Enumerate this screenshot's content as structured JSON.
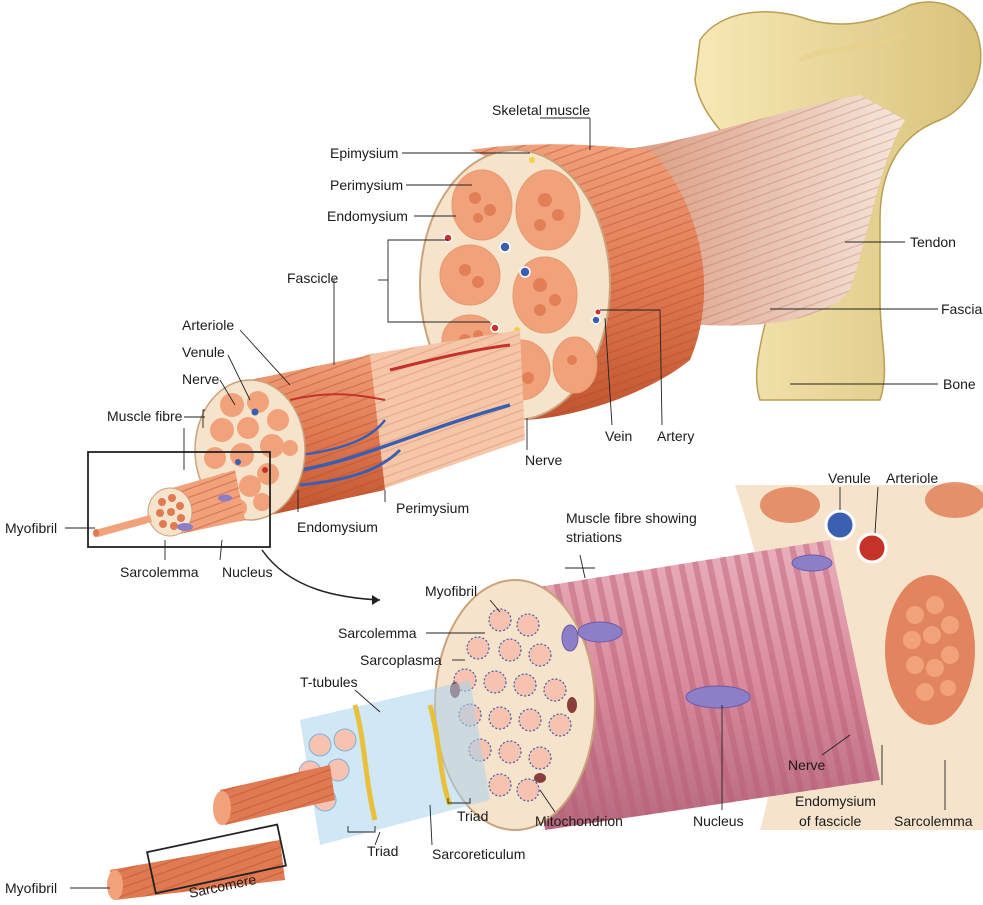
{
  "labels": {
    "skeletal_muscle": "Skeletal muscle",
    "epimysium": "Epimysium",
    "perimysium_top": "Perimysium",
    "endomysium_top": "Endomysium",
    "fascicle": "Fascicle",
    "tendon": "Tendon",
    "fascia": "Fascia",
    "bone": "Bone",
    "arteriole_top": "Arteriole",
    "venule_top": "Venule",
    "nerve_left": "Nerve",
    "muscle_fibre": "Muscle fibre",
    "myofibril_left": "Myofibril",
    "sarcolemma_left": "Sarcolemma",
    "nucleus_left": "Nucleus",
    "endomysium_mid": "Endomysium",
    "perimysium_mid": "Perimysium",
    "nerve_mid": "Nerve",
    "vein": "Vein",
    "artery": "Artery",
    "venule_br": "Venule",
    "arteriole_br": "Arteriole",
    "striations_line1": "Muscle fibre showing",
    "striations_line2": "striations",
    "myofibril_inset": "Myofibril",
    "sarcolemma_inset": "Sarcolemma",
    "sarcoplasma": "Sarcoplasma",
    "t_tubules": "T-tubules",
    "nerve_br": "Nerve",
    "endomysium_fascicle_line1": "Endomysium",
    "endomysium_fascicle_line2": "of fascicle",
    "sarcolemma_br": "Sarcolemma",
    "nucleus_inset": "Nucleus",
    "mitochondrion": "Mitochondrion",
    "triad_right": "Triad",
    "triad_left": "Triad",
    "sarcoreticulum": "Sarcoreticulum",
    "myofibril_bottom": "Myofibril",
    "sarcomere": "Sarcomere"
  },
  "colors": {
    "muscle": "#e07a52",
    "muscle_dark": "#c0542f",
    "muscle_light": "#f2a27a",
    "connective": "#f6e3cc",
    "tendon": "#f0d6c4",
    "bone": "#f3e2a8",
    "bone_shadow": "#d9c27a",
    "fibre_pink": "#d98a9c",
    "fibre_stripe": "#b85a74",
    "nucleus": "#8d7fc7",
    "nerve_blue": "#3b5fb0",
    "artery_red": "#c4322a",
    "nerve_yellow": "#f2d23a",
    "t_tubule": "#e8c03a",
    "reticulum": "#a9d4ef"
  }
}
